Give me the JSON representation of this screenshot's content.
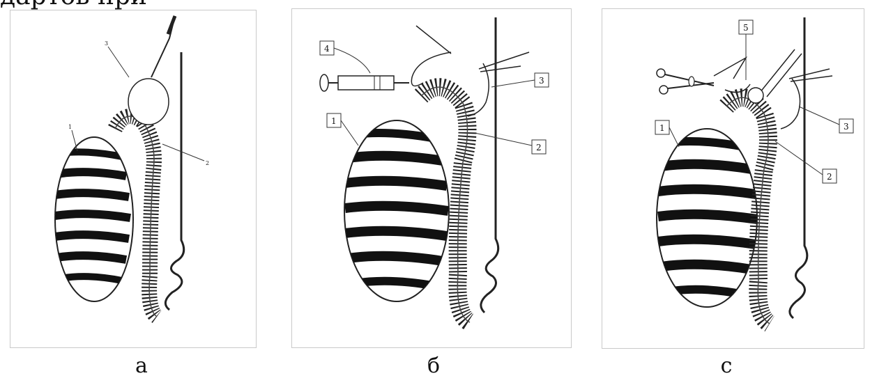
{
  "header_fragment": "дартов при",
  "panels": [
    {
      "caption": "а",
      "labels": [
        "1",
        "2",
        "3"
      ]
    },
    {
      "caption": "б",
      "labels": [
        "1",
        "2",
        "3",
        "4"
      ]
    },
    {
      "caption": "с",
      "labels": [
        "1",
        "2",
        "3",
        "5"
      ]
    }
  ]
}
